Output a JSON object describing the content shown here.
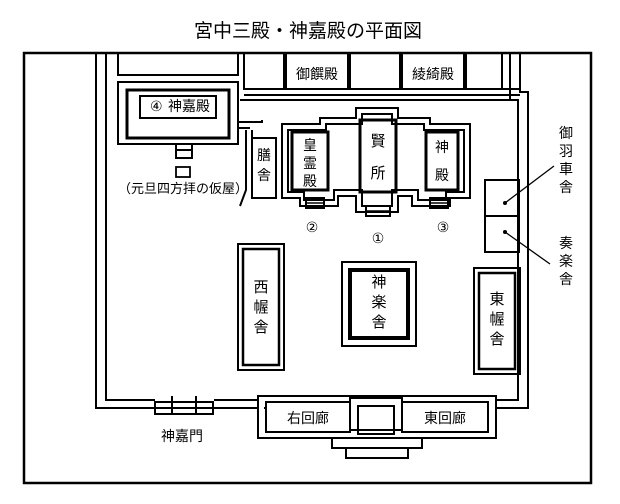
{
  "title": "宮中三殿・神嘉殿の平面図",
  "buildings": {
    "kashikodokoro": "賢所",
    "koreiden": "皇霊殿",
    "shinden": "神殿",
    "shinkaden": "神嘉殿",
    "shinkaden_number": "④",
    "gosenden": "御饌殿",
    "ryokiden": "綾綺殿",
    "zensha": "膳舎",
    "nishi_akusha": "西幄舎",
    "higashi_akusha": "東幄舎",
    "kagurasha": "神楽舎",
    "migi_kairo": "右回廊",
    "higashi_kairo": "東回廊",
    "shinkamon": "神嘉門",
    "karinoya": "（元旦四方拝の仮屋）",
    "goushasha": "御羽車舎",
    "sougakusha": "奏楽舎"
  },
  "markers": {
    "one": "①",
    "two": "②",
    "three": "③"
  }
}
